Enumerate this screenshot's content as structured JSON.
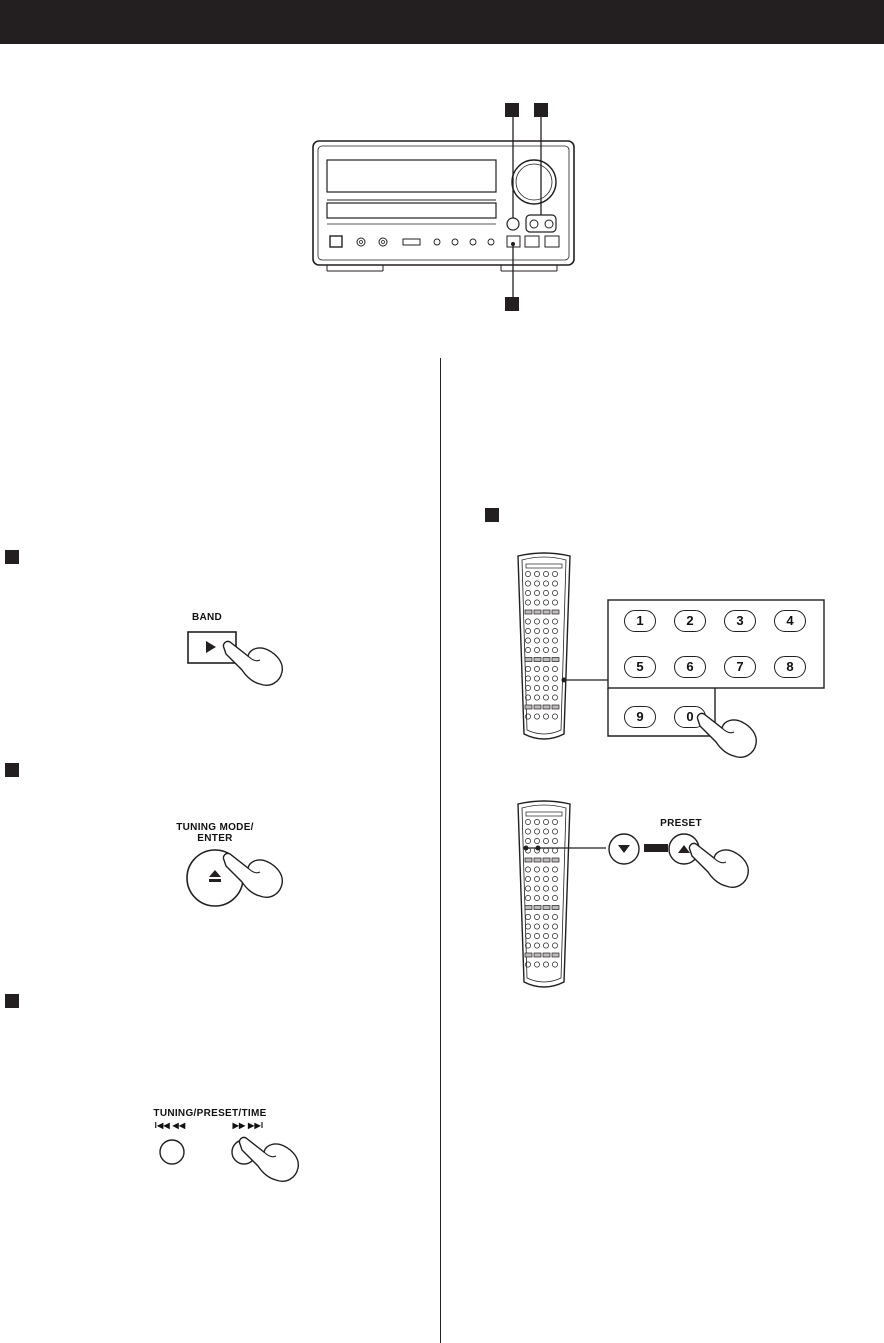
{
  "step_markers": {
    "device_top_a": "",
    "device_top_b": "",
    "device_bottom": "",
    "left_step_1": "",
    "left_step_2": "",
    "left_step_3": "",
    "right_step_1": ""
  },
  "left_column": {
    "band_button": {
      "label": "BAND",
      "icon": "play-icon"
    },
    "tuning_mode_button": {
      "label_line1": "TUNING MODE/",
      "label_line2": "ENTER",
      "icon": "eject-icon"
    },
    "tuning_preset_time": {
      "label": "TUNING/PRESET/TIME",
      "left_symbols": "I◀◀ ◀◀",
      "right_symbols": "▶▶ ▶▶I"
    }
  },
  "right_column": {
    "numeric_keys": [
      "1",
      "2",
      "3",
      "4",
      "5",
      "6",
      "7",
      "8",
      "9",
      "0"
    ],
    "preset_label": "PRESET",
    "preset_down_icon": "triangle-down-icon",
    "preset_up_icon": "triangle-up-icon"
  },
  "colors": {
    "ink": "#231f20",
    "paper": "#ffffff",
    "mid_gray": "#bbbbbb"
  }
}
